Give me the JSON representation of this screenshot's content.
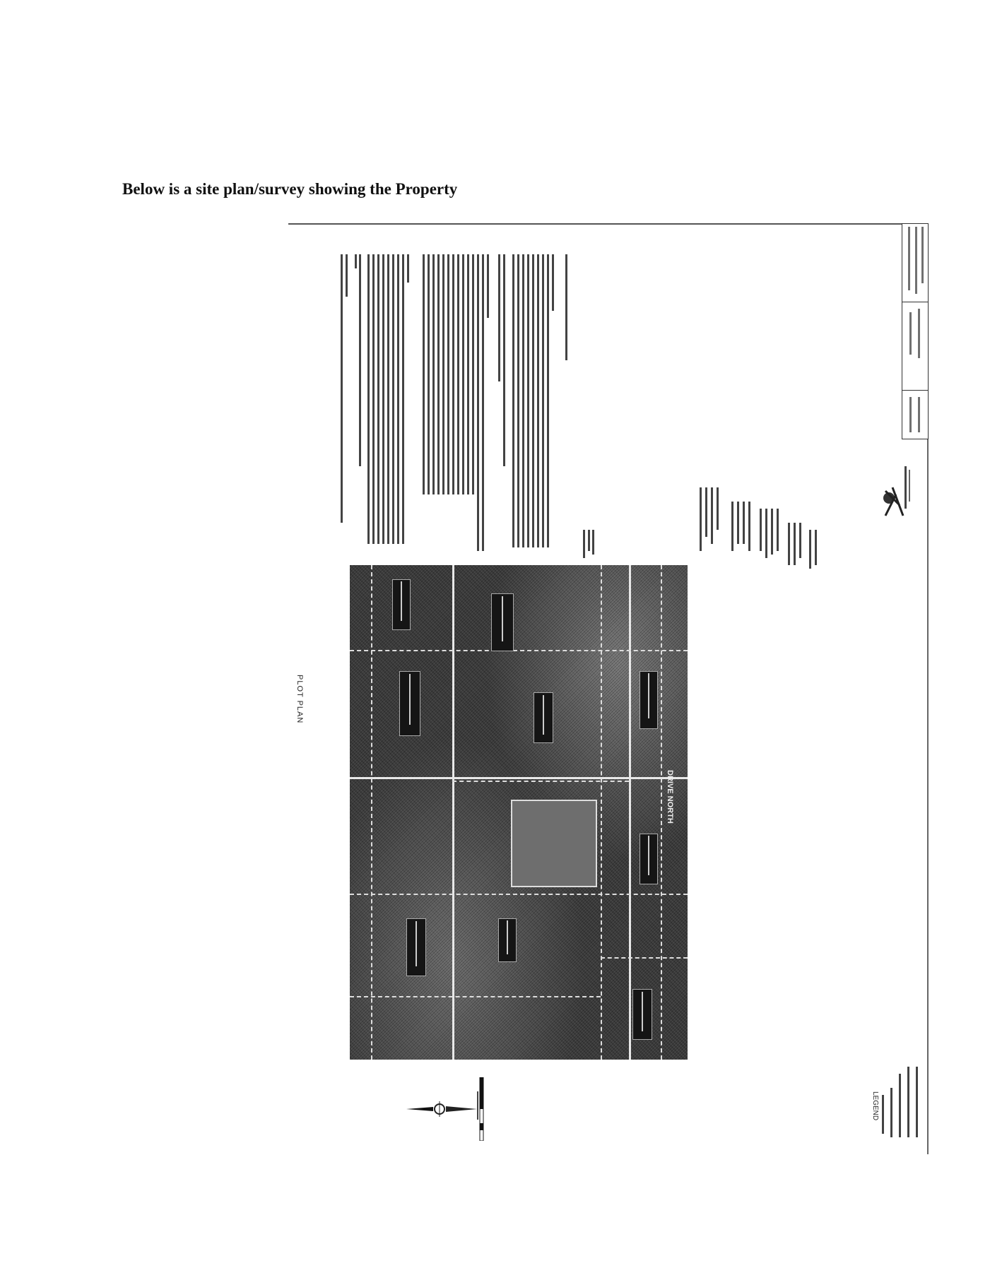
{
  "document": {
    "heading": "Below is a site plan/survey showing the Property"
  },
  "plan": {
    "label": "PLOT PLAN",
    "road_label": "DRIVE NORTH",
    "legend_title": "LEGEND"
  },
  "icons": [
    "north-arrow-icon",
    "surveyor-logo-icon",
    "scale-bar-icon"
  ],
  "colors": {
    "aerial": "#3a3a3a",
    "lines": "#dddddd",
    "ink": "#111111"
  }
}
